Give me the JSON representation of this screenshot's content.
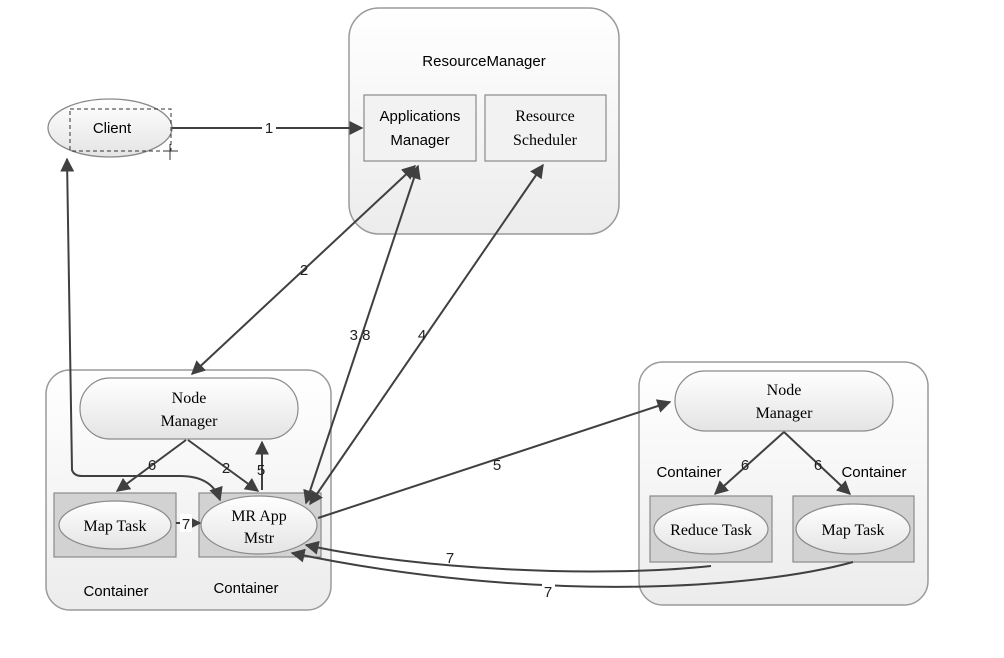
{
  "resource_manager": {
    "title": "ResourceManager",
    "applications_manager": [
      "Applications",
      "Manager"
    ],
    "resource_scheduler": [
      "Resource",
      "Scheduler"
    ]
  },
  "client": {
    "label": "Client"
  },
  "left_node": {
    "node_manager": [
      "Node",
      "Manager"
    ],
    "map_task": "Map Task",
    "mr_app_master": [
      "MR App",
      "Mstr"
    ],
    "container_left": "Container",
    "container_right": "Container"
  },
  "right_node": {
    "node_manager": [
      "Node",
      "Manager"
    ],
    "reduce_task": "Reduce Task",
    "map_task": "Map Task",
    "container_left": "Container",
    "container_right": "Container"
  },
  "edge_labels": {
    "e1": "1",
    "e2": "2",
    "e3_8": "3,8",
    "e4": "4",
    "e5": "5",
    "e6_left": "6",
    "e2_inner": "2",
    "e5_inner": "5",
    "e7_inner": "7",
    "e6_right_a": "6",
    "e6_right_b": "6",
    "e7_a": "7",
    "e7_b": "7"
  },
  "colors": {
    "outer_box_fill": "#f7f7f7",
    "outer_box_stroke": "#9a9a9a",
    "inner_box_fill": "#efefef",
    "container_fill": "#d2d2d2",
    "arrow": "#404040"
  }
}
